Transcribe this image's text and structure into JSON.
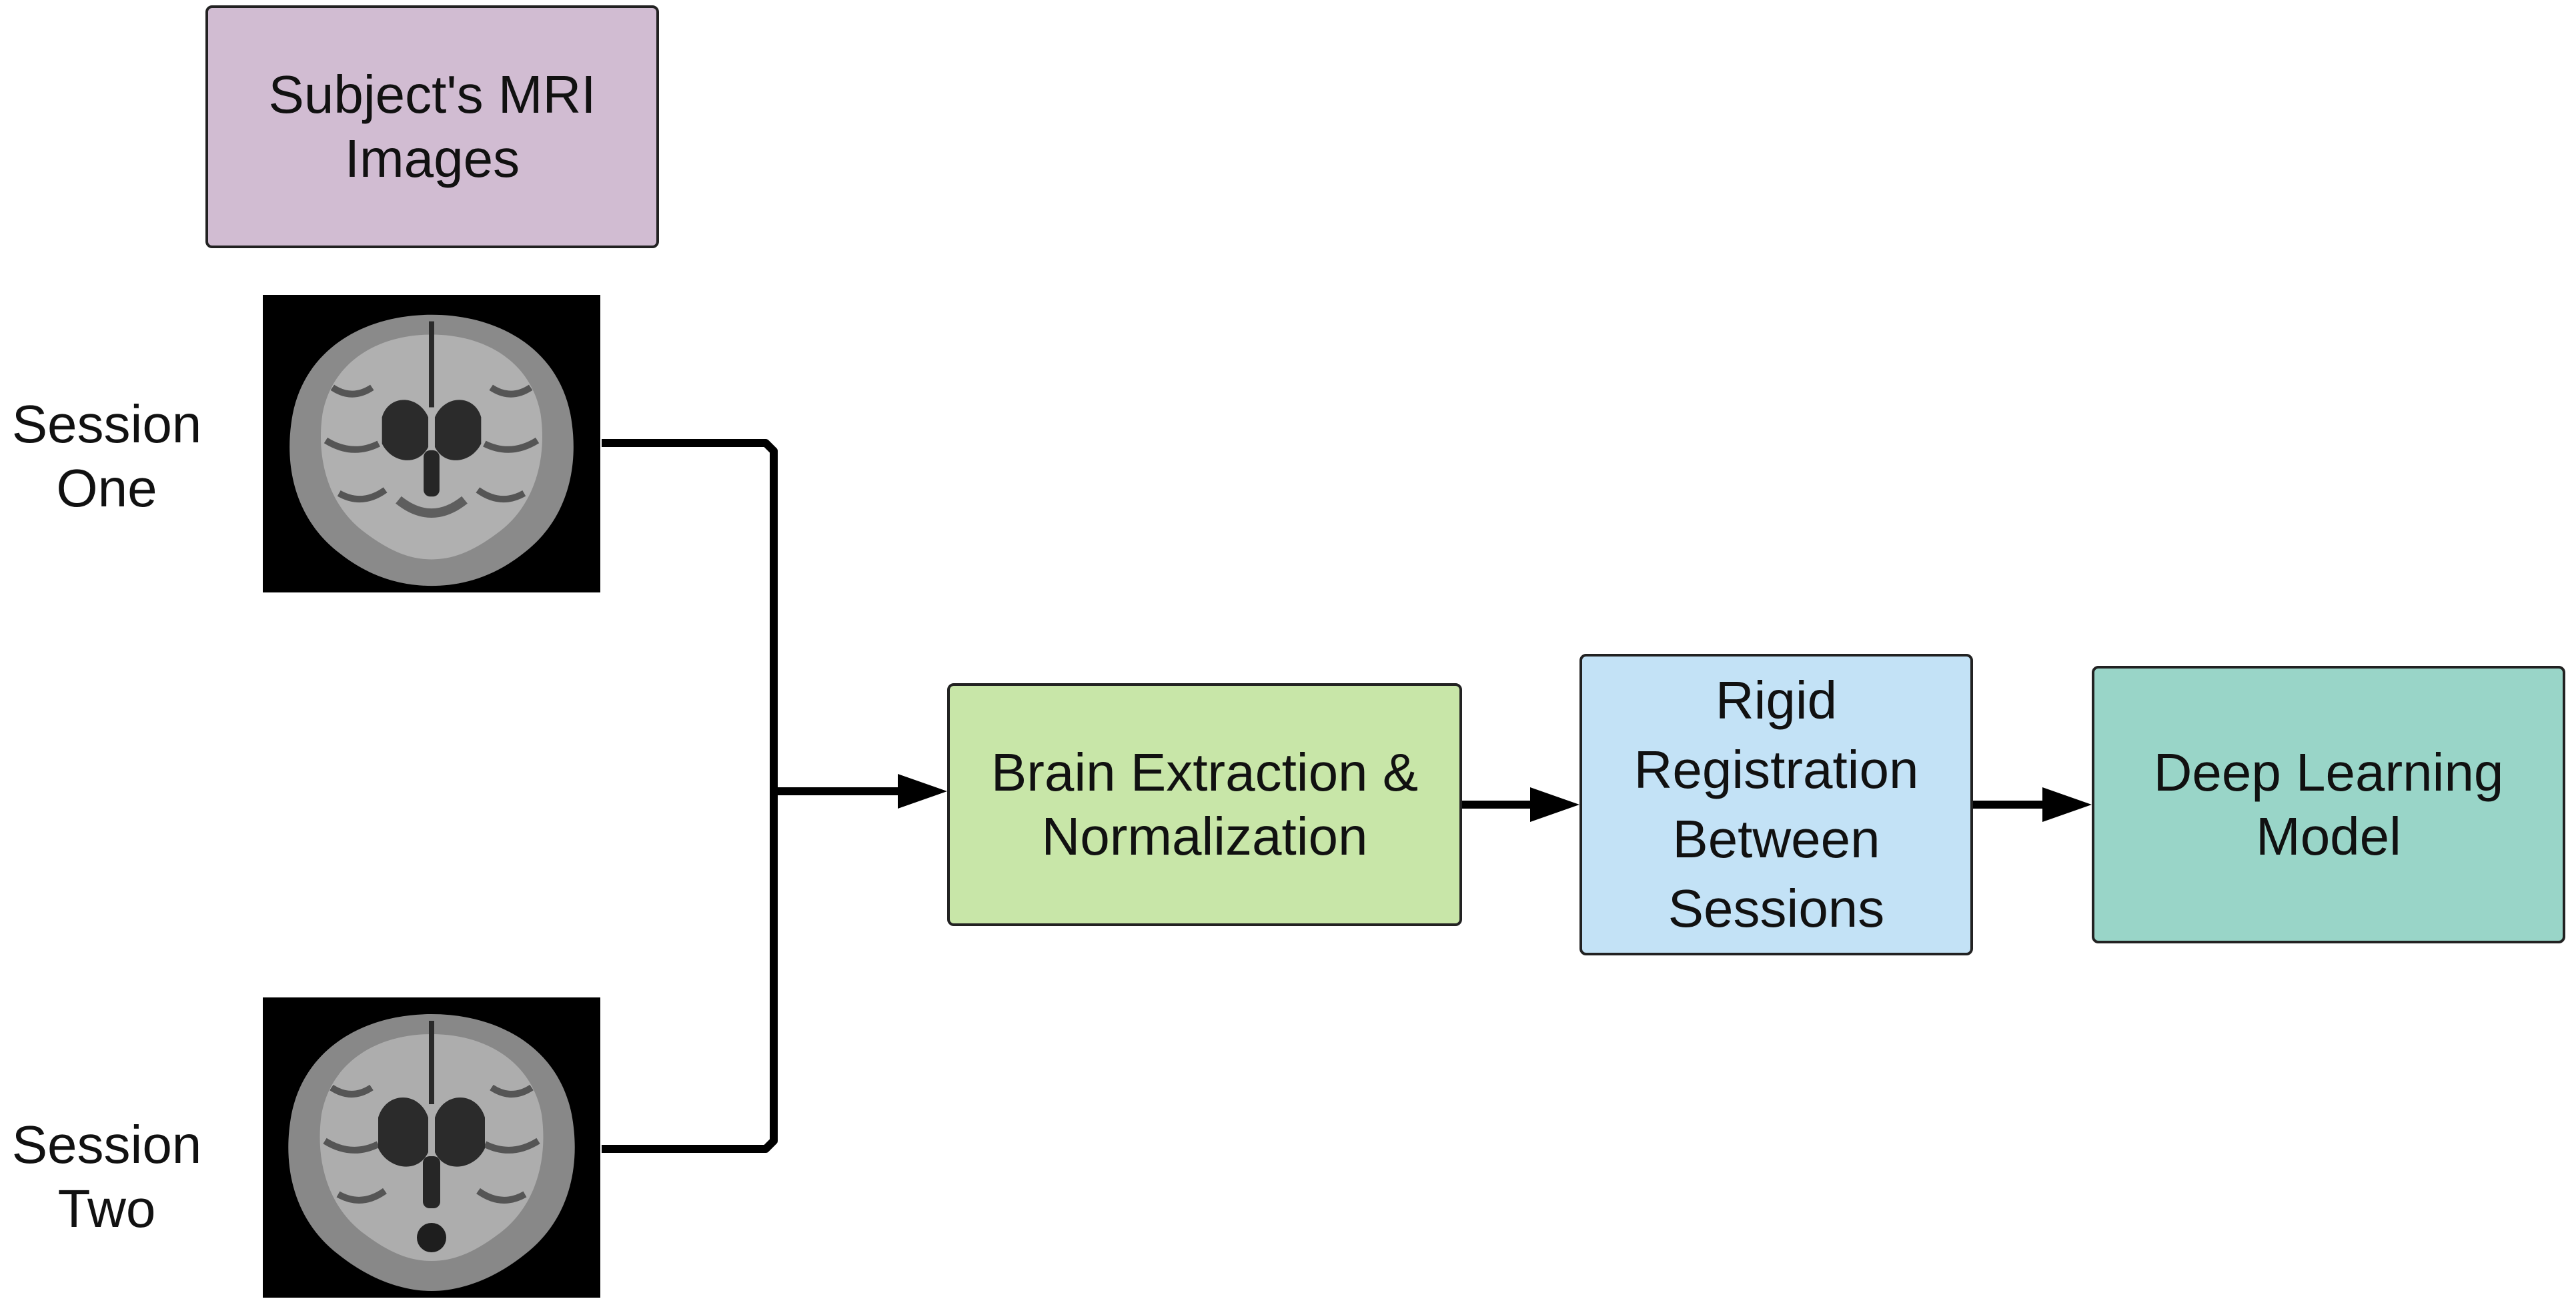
{
  "colors": {
    "input_fill": "#d1bcd2",
    "extract_fill": "#c8e6a8",
    "register_fill": "#c3e2f6",
    "model_fill": "#99d5c8",
    "stroke": "#222222",
    "arrow": "#000000"
  },
  "nodes": {
    "input": {
      "label": "Subject's MRI\nImages"
    },
    "extract": {
      "label": "Brain Extraction &\nNormalization"
    },
    "register": {
      "label": "Rigid\nRegistration\nBetween\nSessions"
    },
    "model": {
      "label": "Deep Learning\nModel"
    }
  },
  "sessions": {
    "one": {
      "label": "Session\nOne",
      "image": "brain-mri-coronal-slice"
    },
    "two": {
      "label": "Session\nTwo",
      "image": "brain-mri-coronal-slice"
    }
  },
  "edges": [
    {
      "from": "session-one",
      "to": "extract"
    },
    {
      "from": "session-two",
      "to": "extract"
    },
    {
      "from": "extract",
      "to": "register"
    },
    {
      "from": "register",
      "to": "model"
    }
  ]
}
